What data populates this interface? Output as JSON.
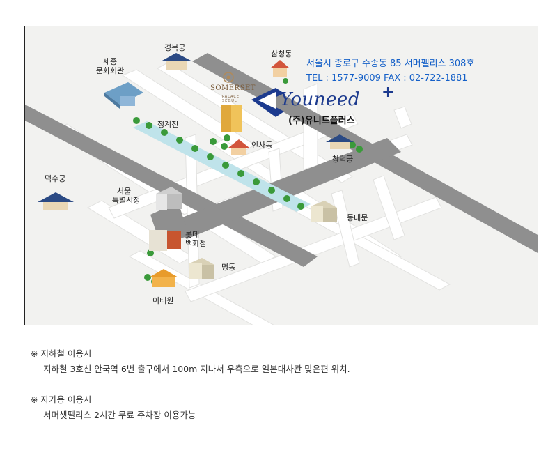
{
  "map": {
    "address_line": "서울시 종로구 수송동 85 서머팰리스 308호",
    "contact_line": "TEL : 1577-9009   FAX : 02-722-1881",
    "brand_name": "Youneed",
    "brand_plus": "+",
    "brand_korean": "(주)유니드플러스",
    "somerset_name": "SOMERSET",
    "somerset_sub1": "PALACE",
    "somerset_sub2": "SEOUL",
    "labels": {
      "gyeongbokgung": "경복궁",
      "samcheongdong": "삼청동",
      "sejong_1": "세종",
      "sejong_2": "문화회관",
      "cheonggyecheon": "청계천",
      "insadong": "인사동",
      "changdeokgung": "창덕궁",
      "deoksugung": "덕수궁",
      "cityhall_1": "서울",
      "cityhall_2": "특별시청",
      "dongdaemun": "동대문",
      "lotte_1": "롯데",
      "lotte_2": "백화점",
      "myeongdong": "명동",
      "itaewon": "이태원"
    },
    "colors": {
      "road_main": "#8f8f8f",
      "road_minor": "#ffffff",
      "background": "#f2f2f0",
      "brand": "#1c3a8e",
      "address": "#1560c8"
    }
  },
  "directions": {
    "subway_title": "※ 지하철 이용시",
    "subway_text": "지하철 3호선 안국역 6번 출구에서 100m 지나서 우측으로 일본대사관 맞은편 위치.",
    "car_title": "※ 자가용 이용시",
    "car_text": "서머셋팰리스 2시간 무료 주차장 이용가능"
  }
}
